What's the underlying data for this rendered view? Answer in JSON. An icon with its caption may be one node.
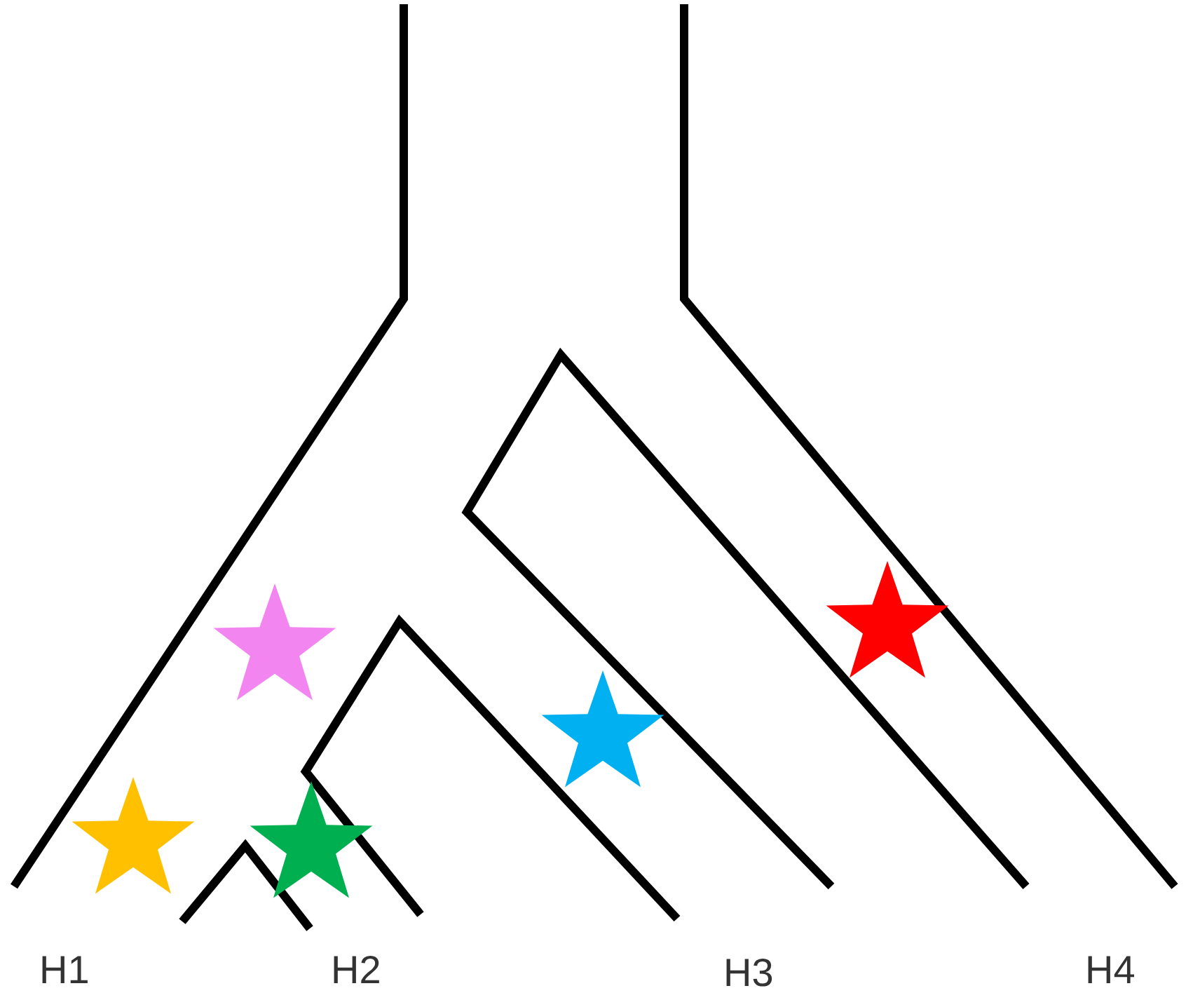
{
  "diagram": {
    "labels": [
      "H1",
      "H2",
      "H3",
      "H4"
    ]
  }
}
